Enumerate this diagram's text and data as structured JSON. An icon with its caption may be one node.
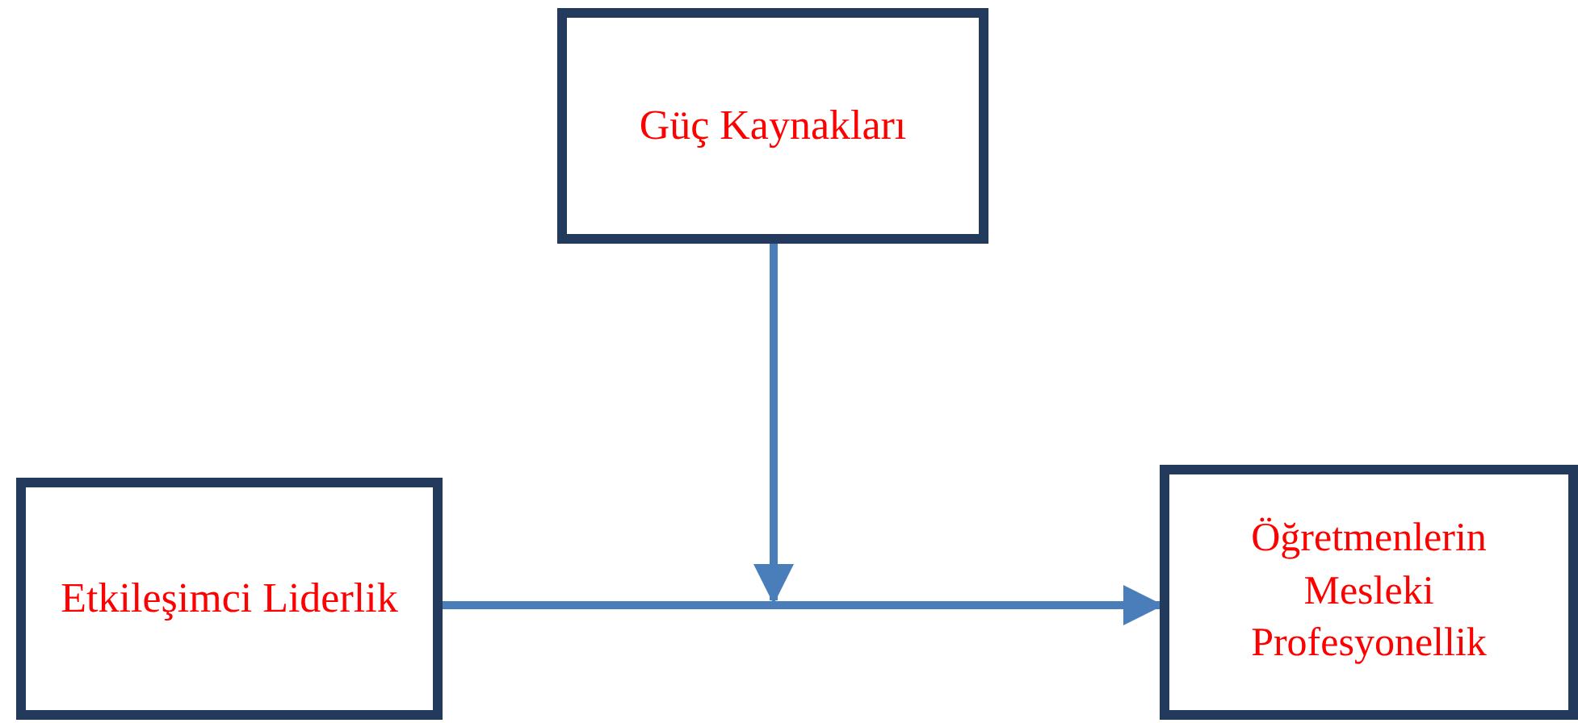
{
  "diagram": {
    "nodes": [
      {
        "text": [
          "Güç Kaynakları"
        ]
      },
      {
        "text": [
          "Etkileşimci Liderlik"
        ]
      },
      {
        "text": [
          "Öğretmenlerin Mesleki Profesyonellik"
        ]
      }
    ],
    "edges": [
      {
        "from": 1,
        "to": 2,
        "arrow": "to"
      },
      {
        "from": 0,
        "to": null,
        "arrow": "to"
      }
    ]
  }
}
